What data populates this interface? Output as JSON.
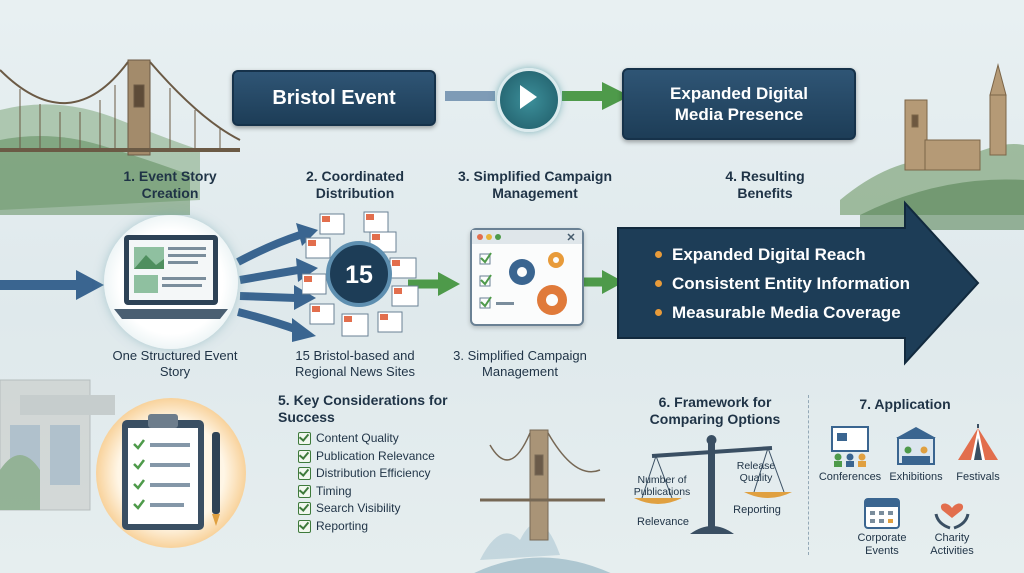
{
  "header": {
    "left_box": "Bristol Event",
    "right_box": "Expanded Digital Media Presence"
  },
  "steps": {
    "s1": "1. Event Story Creation",
    "s2": "2. Coordinated Distribution",
    "s3": "3. Simplified Campaign Management",
    "s4": "4. Resulting Benefits"
  },
  "captions": {
    "story": "One Structured Event Story",
    "sites": "15 Bristol-based and Regional News Sites",
    "campaign": "3. Simplified Campaign Management"
  },
  "sites_count": "15",
  "benefits": [
    "Expanded Digital Reach",
    "Consistent Entity Information",
    "Measurable Media Coverage"
  ],
  "considerations": {
    "title": "5. Key Considerations for Success",
    "items": [
      "Content Quality",
      "Publication Relevance",
      "Distribution Efficiency",
      "Timing",
      "Search Visibility",
      "Reporting"
    ]
  },
  "framework": {
    "title": "6. Framework for Comparing Options",
    "left_top": "Number of Publications",
    "left_bottom": "Relevance",
    "right_top": "Release Quality",
    "right_bottom": "Reporting"
  },
  "application": {
    "title": "7. Application",
    "items": [
      "Conferences",
      "Exhibitions",
      "Festivals",
      "Corporate Events",
      "Charity Activities"
    ]
  },
  "colors": {
    "navy": "#1d3d57",
    "accent_green": "#4e9a4a",
    "accent_orange": "#e89b3a",
    "arrow_blue": "#3a6590"
  },
  "icons": [
    "bridge-icon",
    "play-icon",
    "laptop-icon",
    "newspaper-icon",
    "gear-icon",
    "checklist-icon",
    "clipboard-icon",
    "pen-icon",
    "scale-icon",
    "presentation-icon",
    "booth-icon",
    "tent-icon",
    "calendar-icon",
    "heart-hands-icon",
    "cathedral-icon",
    "building-icon"
  ]
}
